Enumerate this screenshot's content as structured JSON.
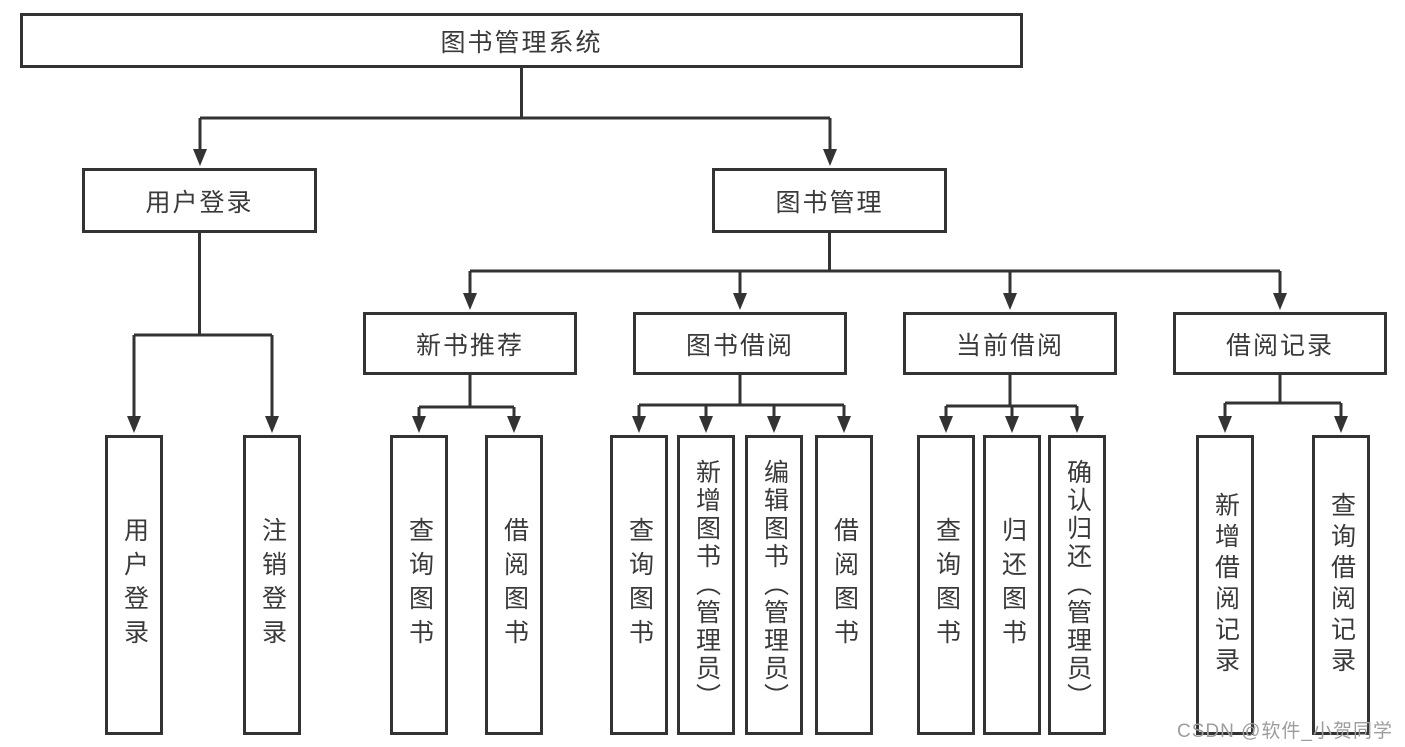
{
  "tree": {
    "root": {
      "label": "图书管理系统"
    },
    "branches": [
      {
        "label": "用户登录",
        "children": [
          {
            "label": "用户登录"
          },
          {
            "label": "注销登录"
          }
        ]
      },
      {
        "label": "图书管理",
        "children": [
          {
            "label": "新书推荐",
            "children": [
              {
                "label": "查询图书"
              },
              {
                "label": "借阅图书"
              }
            ]
          },
          {
            "label": "图书借阅",
            "children": [
              {
                "label": "查询图书"
              },
              {
                "label": "新增图书（管理员）"
              },
              {
                "label": "编辑图书（管理员）"
              },
              {
                "label": "借阅图书"
              }
            ]
          },
          {
            "label": "当前借阅",
            "children": [
              {
                "label": "查询图书"
              },
              {
                "label": "归还图书"
              },
              {
                "label": "确认归还（管理员）"
              }
            ]
          },
          {
            "label": "借阅记录",
            "children": [
              {
                "label": "新增借阅记录"
              },
              {
                "label": "查询借阅记录"
              }
            ]
          }
        ]
      }
    ]
  },
  "colors": {
    "line": "#333333",
    "text": "#3a3a3a",
    "watermark": "#9d9d9d",
    "background": "#ffffff"
  },
  "watermark": {
    "text": "CSDN @软件_小贺同学"
  }
}
